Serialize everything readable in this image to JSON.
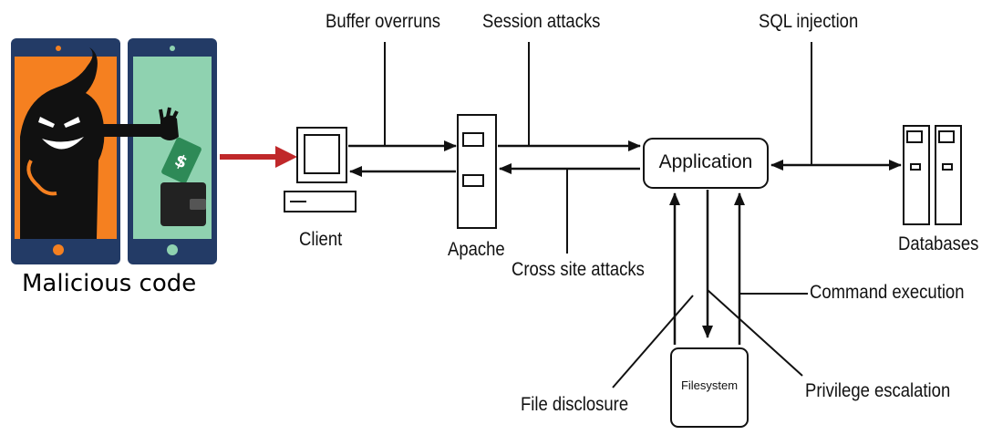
{
  "illustration": {
    "caption": "Malicious code",
    "colors": {
      "left_phone": "#F58020",
      "right_phone": "#8FD2B0",
      "phone_frame": "#233B66",
      "red_arrow": "#C0282A"
    },
    "icons": [
      "devil-hand-icon",
      "money-icon",
      "wallet-icon"
    ]
  },
  "nodes": {
    "client": "Client",
    "apache": "Apache",
    "application": "Application",
    "databases": "Databases",
    "filesystem": "Filesystem"
  },
  "attacks": {
    "buffer_overruns": "Buffer overruns",
    "session_attacks": "Session attacks",
    "sql_injection": "SQL injection",
    "cross_site_attacks": "Cross site attacks",
    "command_execution": "Command execution",
    "file_disclosure": "File disclosure",
    "privilege_escalation": "Privilege escalation"
  }
}
